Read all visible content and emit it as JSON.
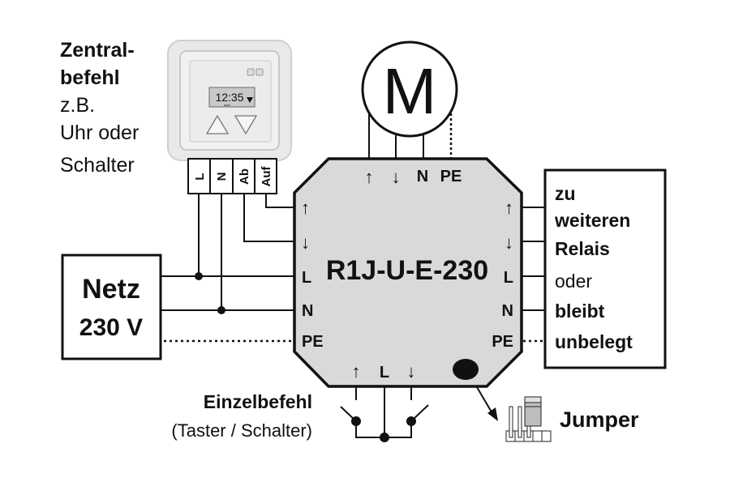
{
  "central_command": {
    "lines": [
      "Zentral-",
      "befehl",
      "z.B.",
      "Uhr oder",
      "Schalter"
    ],
    "bold_lines": 2
  },
  "timer_device": {
    "display_time": "12:35",
    "display_mode": "auto",
    "terminals": [
      "L",
      "N",
      "Ab",
      "Auf"
    ]
  },
  "motor": {
    "label": "M",
    "terminals": [
      "↑",
      "↓",
      "N",
      "PE"
    ]
  },
  "relay": {
    "model": "R1J-U-E-230",
    "left_terminals": [
      "↑",
      "↓",
      "L",
      "N",
      "PE"
    ],
    "right_terminals": [
      "↑",
      "↓",
      "L",
      "N",
      "PE"
    ],
    "bottom_terminals": [
      "↑",
      "L",
      "↓"
    ],
    "fill_color": "#d9d9d9"
  },
  "mains": {
    "line1": "Netz",
    "line2": "230 V"
  },
  "further_relays": {
    "lines": [
      "zu",
      "weiteren",
      "Relais",
      "oder",
      "bleibt",
      "unbelegt"
    ],
    "bold": [
      true,
      true,
      true,
      false,
      true,
      true
    ]
  },
  "single_command": {
    "title": "Einzelbefehl",
    "subtitle": "(Taster / Schalter)"
  },
  "jumper": {
    "label": "Jumper"
  }
}
